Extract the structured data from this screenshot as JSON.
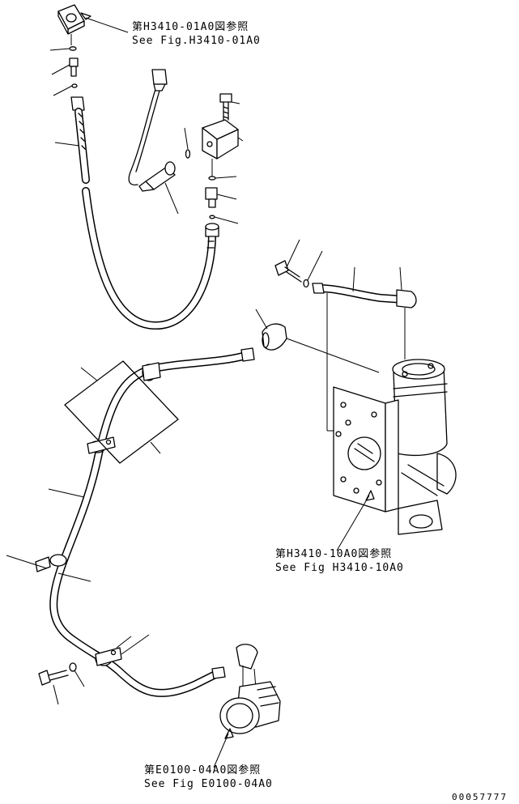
{
  "references": {
    "top": {
      "jp": "第H3410-01A0図参照",
      "en": "See Fig.H3410-01A0"
    },
    "right": {
      "jp": "第H3410-10A0図参照",
      "en": "See Fig H3410-10A0"
    },
    "bottom": {
      "jp": "第E0100-04A0図参照",
      "en": "See Fig E0100-04A0"
    }
  },
  "document_number": "00057777"
}
